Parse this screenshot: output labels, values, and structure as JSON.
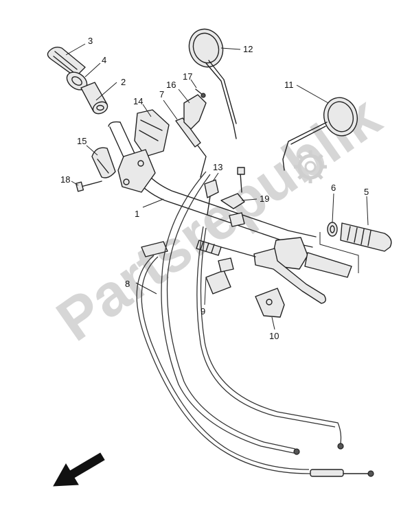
{
  "watermark": {
    "text": "Partsrepublik"
  },
  "callouts": [
    {
      "id": "c1",
      "label": "1"
    },
    {
      "id": "c2",
      "label": "2"
    },
    {
      "id": "c3",
      "label": "3"
    },
    {
      "id": "c4",
      "label": "4"
    },
    {
      "id": "c5",
      "label": "5"
    },
    {
      "id": "c6",
      "label": "6"
    },
    {
      "id": "c7",
      "label": "7"
    },
    {
      "id": "c8",
      "label": "8"
    },
    {
      "id": "c9",
      "label": "9"
    },
    {
      "id": "c10",
      "label": "10"
    },
    {
      "id": "c11",
      "label": "11"
    },
    {
      "id": "c12",
      "label": "12"
    },
    {
      "id": "c13",
      "label": "13"
    },
    {
      "id": "c14",
      "label": "14"
    },
    {
      "id": "c15",
      "label": "15"
    },
    {
      "id": "c16",
      "label": "16"
    },
    {
      "id": "c17",
      "label": "17"
    },
    {
      "id": "c18",
      "label": "18"
    },
    {
      "id": "c19",
      "label": "19"
    }
  ],
  "icons": {
    "front_arrow": "direction-arrow-icon",
    "gear": "gear-icon"
  }
}
